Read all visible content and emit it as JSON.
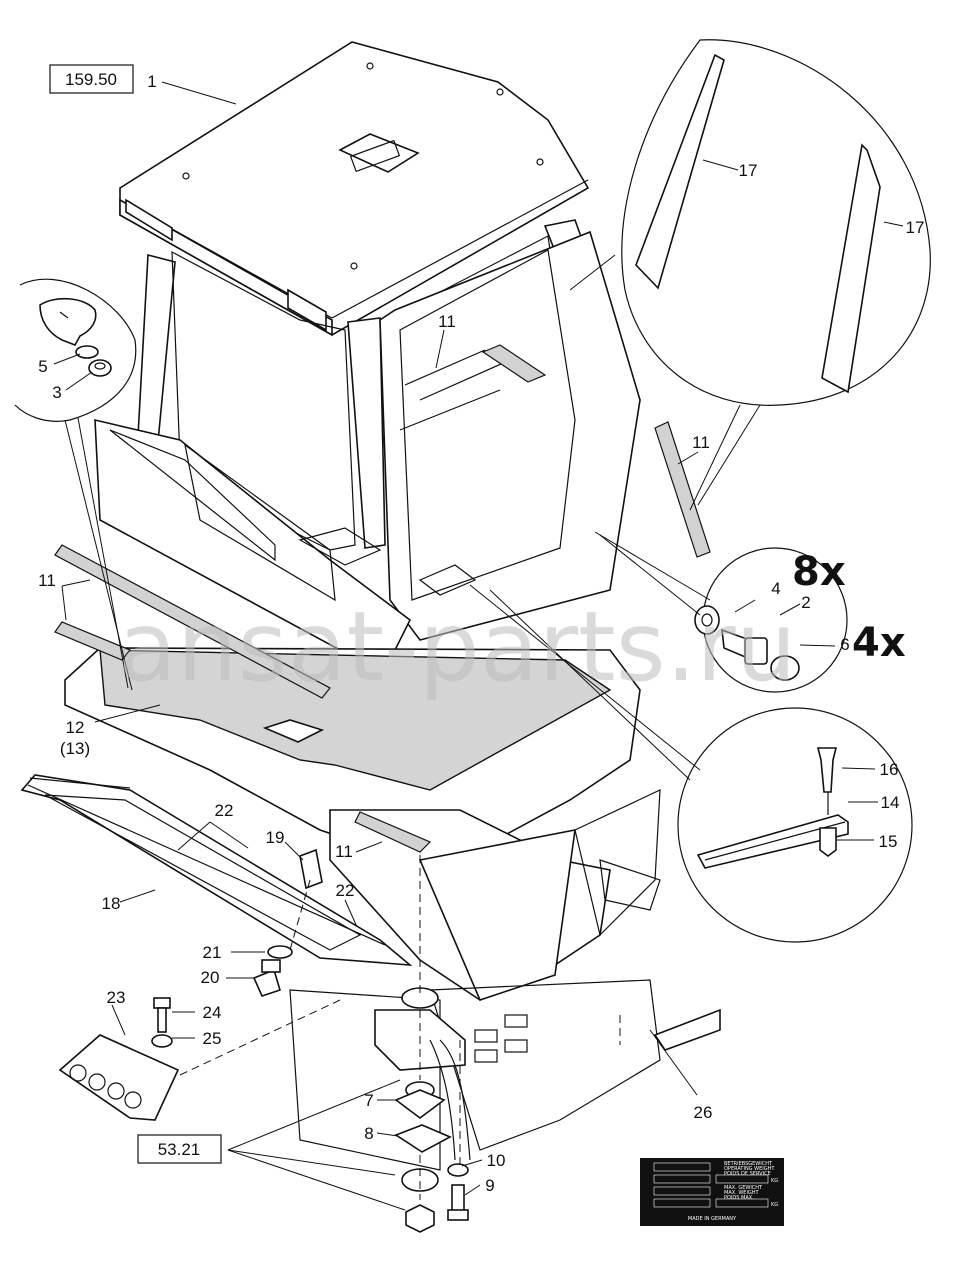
{
  "references": {
    "top_box": "159.50",
    "bottom_box": "53.21"
  },
  "quantities": {
    "q8": "8x",
    "q4": "4x"
  },
  "callouts": {
    "c1": "1",
    "c2": "2",
    "c3": "3",
    "c4": "4",
    "c5": "5",
    "c6": "6",
    "c7": "7",
    "c8": "8",
    "c9": "9",
    "c10": "10",
    "c11a": "11",
    "c11b": "11",
    "c11c": "11",
    "c11d": "11",
    "c12": "12",
    "c13": "(13)",
    "c14": "14",
    "c15": "15",
    "c16": "16",
    "c17a": "17",
    "c17b": "17",
    "c18": "18",
    "c19": "19",
    "c20": "20",
    "c21": "21",
    "c22a": "22",
    "c22b": "22",
    "c23": "23",
    "c24": "24",
    "c25": "25",
    "c26": "26"
  },
  "watermark": "ansat-parts.ru",
  "type_plate": {
    "row1": "BETRIEBSGEWICHT",
    "row2": "OPERATING WEIGHT",
    "row3": "POIDS DE SERVICE",
    "row4": "MAX. GEWICHT",
    "row5": "MAX. WEIGHT",
    "row6": "POIDS MAX.",
    "unit1": "KG",
    "unit2": "KG",
    "footer": "MADE IN GERMANY"
  }
}
